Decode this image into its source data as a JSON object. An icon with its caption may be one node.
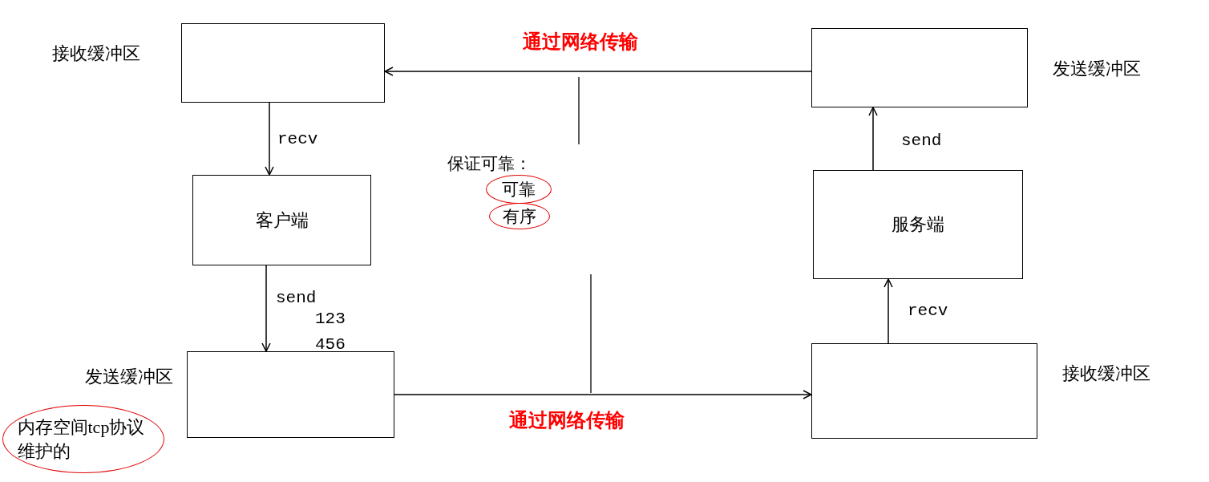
{
  "diagram": {
    "nodes": [
      {
        "text": [],
        "shape": "box",
        "beside": [
          "接收缓冲区"
        ]
      },
      {
        "text": [],
        "shape": "box",
        "beside": [
          "发送缓冲区"
        ]
      },
      {
        "text": [
          "客户端"
        ]
      },
      {
        "text": [
          "服务端"
        ]
      },
      {
        "text": [
          "可靠"
        ]
      },
      {
        "text": [
          "有序"
        ]
      },
      {
        "text": [],
        "shape": "box",
        "beside": [
          "发送缓冲区"
        ]
      },
      {
        "text": [],
        "shape": "box",
        "beside": [
          "接收缓冲区"
        ]
      },
      {
        "text": [
          "内存空间tcp协议维护的"
        ]
      }
    ],
    "edges": [
      {
        "from": 1,
        "to": 0,
        "arrow": "to",
        "label": "通过网络传输"
      },
      {
        "from": 0,
        "to": 2,
        "arrow": "to",
        "label": "recv"
      },
      {
        "from": 2,
        "to": 6,
        "arrow": "to",
        "label": "send"
      },
      {
        "from": 3,
        "to": 1,
        "arrow": "to",
        "label": "send"
      },
      {
        "from": 7,
        "to": 3,
        "arrow": "to",
        "label": "recv"
      },
      {
        "from": 6,
        "to": 7,
        "arrow": "to",
        "label": "通过网络传输"
      }
    ],
    "labels": [
      "保证可靠：",
      "123",
      "456"
    ]
  }
}
